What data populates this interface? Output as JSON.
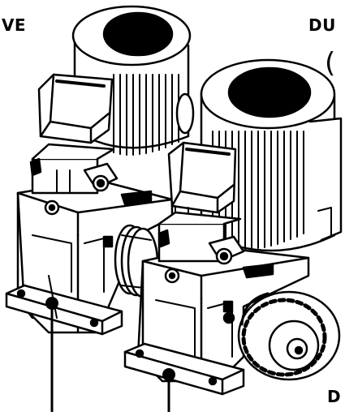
{
  "labels": {
    "top_left": "IVE",
    "top_right": "DU",
    "top_right_paren": "(",
    "bottom_right": "D"
  },
  "colors": {
    "ink": "#000000",
    "paper": "#ffffff"
  },
  "components": {
    "left_unit": "gear-motor-unit",
    "right_unit": "gear-motor-unit",
    "coupling": "shaft-coupling",
    "sprocket": "drive-sprocket"
  }
}
